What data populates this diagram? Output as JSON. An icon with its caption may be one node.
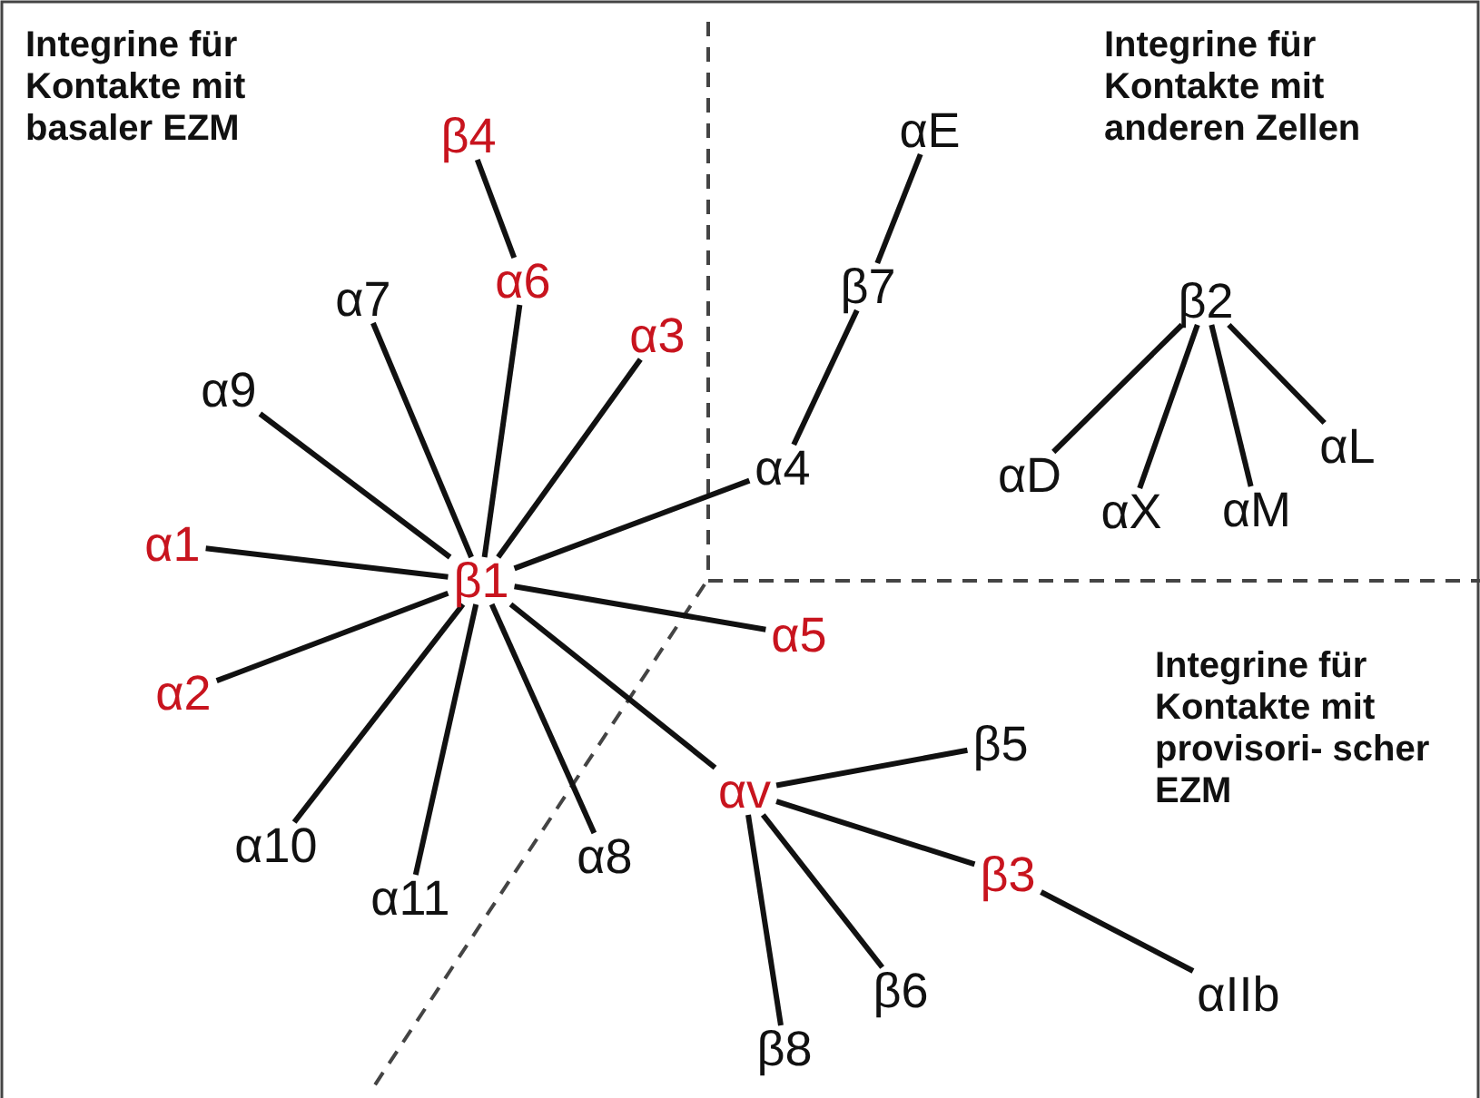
{
  "diagram": {
    "nodes": [
      {
        "text": [
          "β4"
        ]
      },
      {
        "text": [
          "αE"
        ]
      },
      {
        "text": [
          "α6"
        ]
      },
      {
        "text": [
          "β7"
        ]
      },
      {
        "text": [
          "α7"
        ]
      },
      {
        "text": [
          "β2"
        ]
      },
      {
        "text": [
          "α3"
        ]
      },
      {
        "text": [
          "α9"
        ]
      },
      {
        "text": [
          "αD"
        ]
      },
      {
        "text": [
          "α4"
        ]
      },
      {
        "text": [
          "αL"
        ]
      },
      {
        "text": [
          "αX"
        ]
      },
      {
        "text": [
          "αM"
        ]
      },
      {
        "text": [
          "α1"
        ]
      },
      {
        "text": [
          "β1"
        ]
      },
      {
        "text": [
          "α5"
        ]
      },
      {
        "text": [
          "α2"
        ]
      },
      {
        "text": [
          "β5"
        ]
      },
      {
        "text": [
          "αv"
        ]
      },
      {
        "text": [
          "α10"
        ]
      },
      {
        "text": [
          "α8"
        ]
      },
      {
        "text": [
          "β3"
        ]
      },
      {
        "text": [
          "α11"
        ]
      },
      {
        "text": [
          "β6"
        ]
      },
      {
        "text": [
          "αIIb"
        ]
      },
      {
        "text": [
          "β8"
        ]
      }
    ],
    "edges": [
      {
        "from": 0,
        "to": 2,
        "arrow": "none"
      },
      {
        "from": 2,
        "to": 14,
        "arrow": "none"
      },
      {
        "from": 4,
        "to": 14,
        "arrow": "none"
      },
      {
        "from": 6,
        "to": 14,
        "arrow": "none"
      },
      {
        "from": 7,
        "to": 14,
        "arrow": "none"
      },
      {
        "from": 9,
        "to": 14,
        "arrow": "none"
      },
      {
        "from": 13,
        "to": 14,
        "arrow": "none"
      },
      {
        "from": 14,
        "to": 15,
        "arrow": "none"
      },
      {
        "from": 16,
        "to": 14,
        "arrow": "none"
      },
      {
        "from": 14,
        "to": 18,
        "arrow": "none"
      },
      {
        "from": 19,
        "to": 14,
        "arrow": "none"
      },
      {
        "from": 22,
        "to": 14,
        "arrow": "none"
      },
      {
        "from": 20,
        "to": 14,
        "arrow": "none"
      },
      {
        "from": 1,
        "to": 3,
        "arrow": "none"
      },
      {
        "from": 3,
        "to": 9,
        "arrow": "none"
      },
      {
        "from": 5,
        "to": 8,
        "arrow": "none"
      },
      {
        "from": 5,
        "to": 11,
        "arrow": "none"
      },
      {
        "from": 5,
        "to": 12,
        "arrow": "none"
      },
      {
        "from": 5,
        "to": 10,
        "arrow": "none"
      },
      {
        "from": 18,
        "to": 17,
        "arrow": "none"
      },
      {
        "from": 18,
        "to": 21,
        "arrow": "none"
      },
      {
        "from": 18,
        "to": 23,
        "arrow": "none"
      },
      {
        "from": 18,
        "to": 25,
        "arrow": "none"
      },
      {
        "from": 21,
        "to": 24,
        "arrow": "none"
      }
    ],
    "labels": [
      "Integrine für Kontakte mit basaler EZM",
      "Integrine für Kontakte mit anderen Zellen",
      "Integrine für Kontakte mit provisori- scher EZM"
    ]
  }
}
